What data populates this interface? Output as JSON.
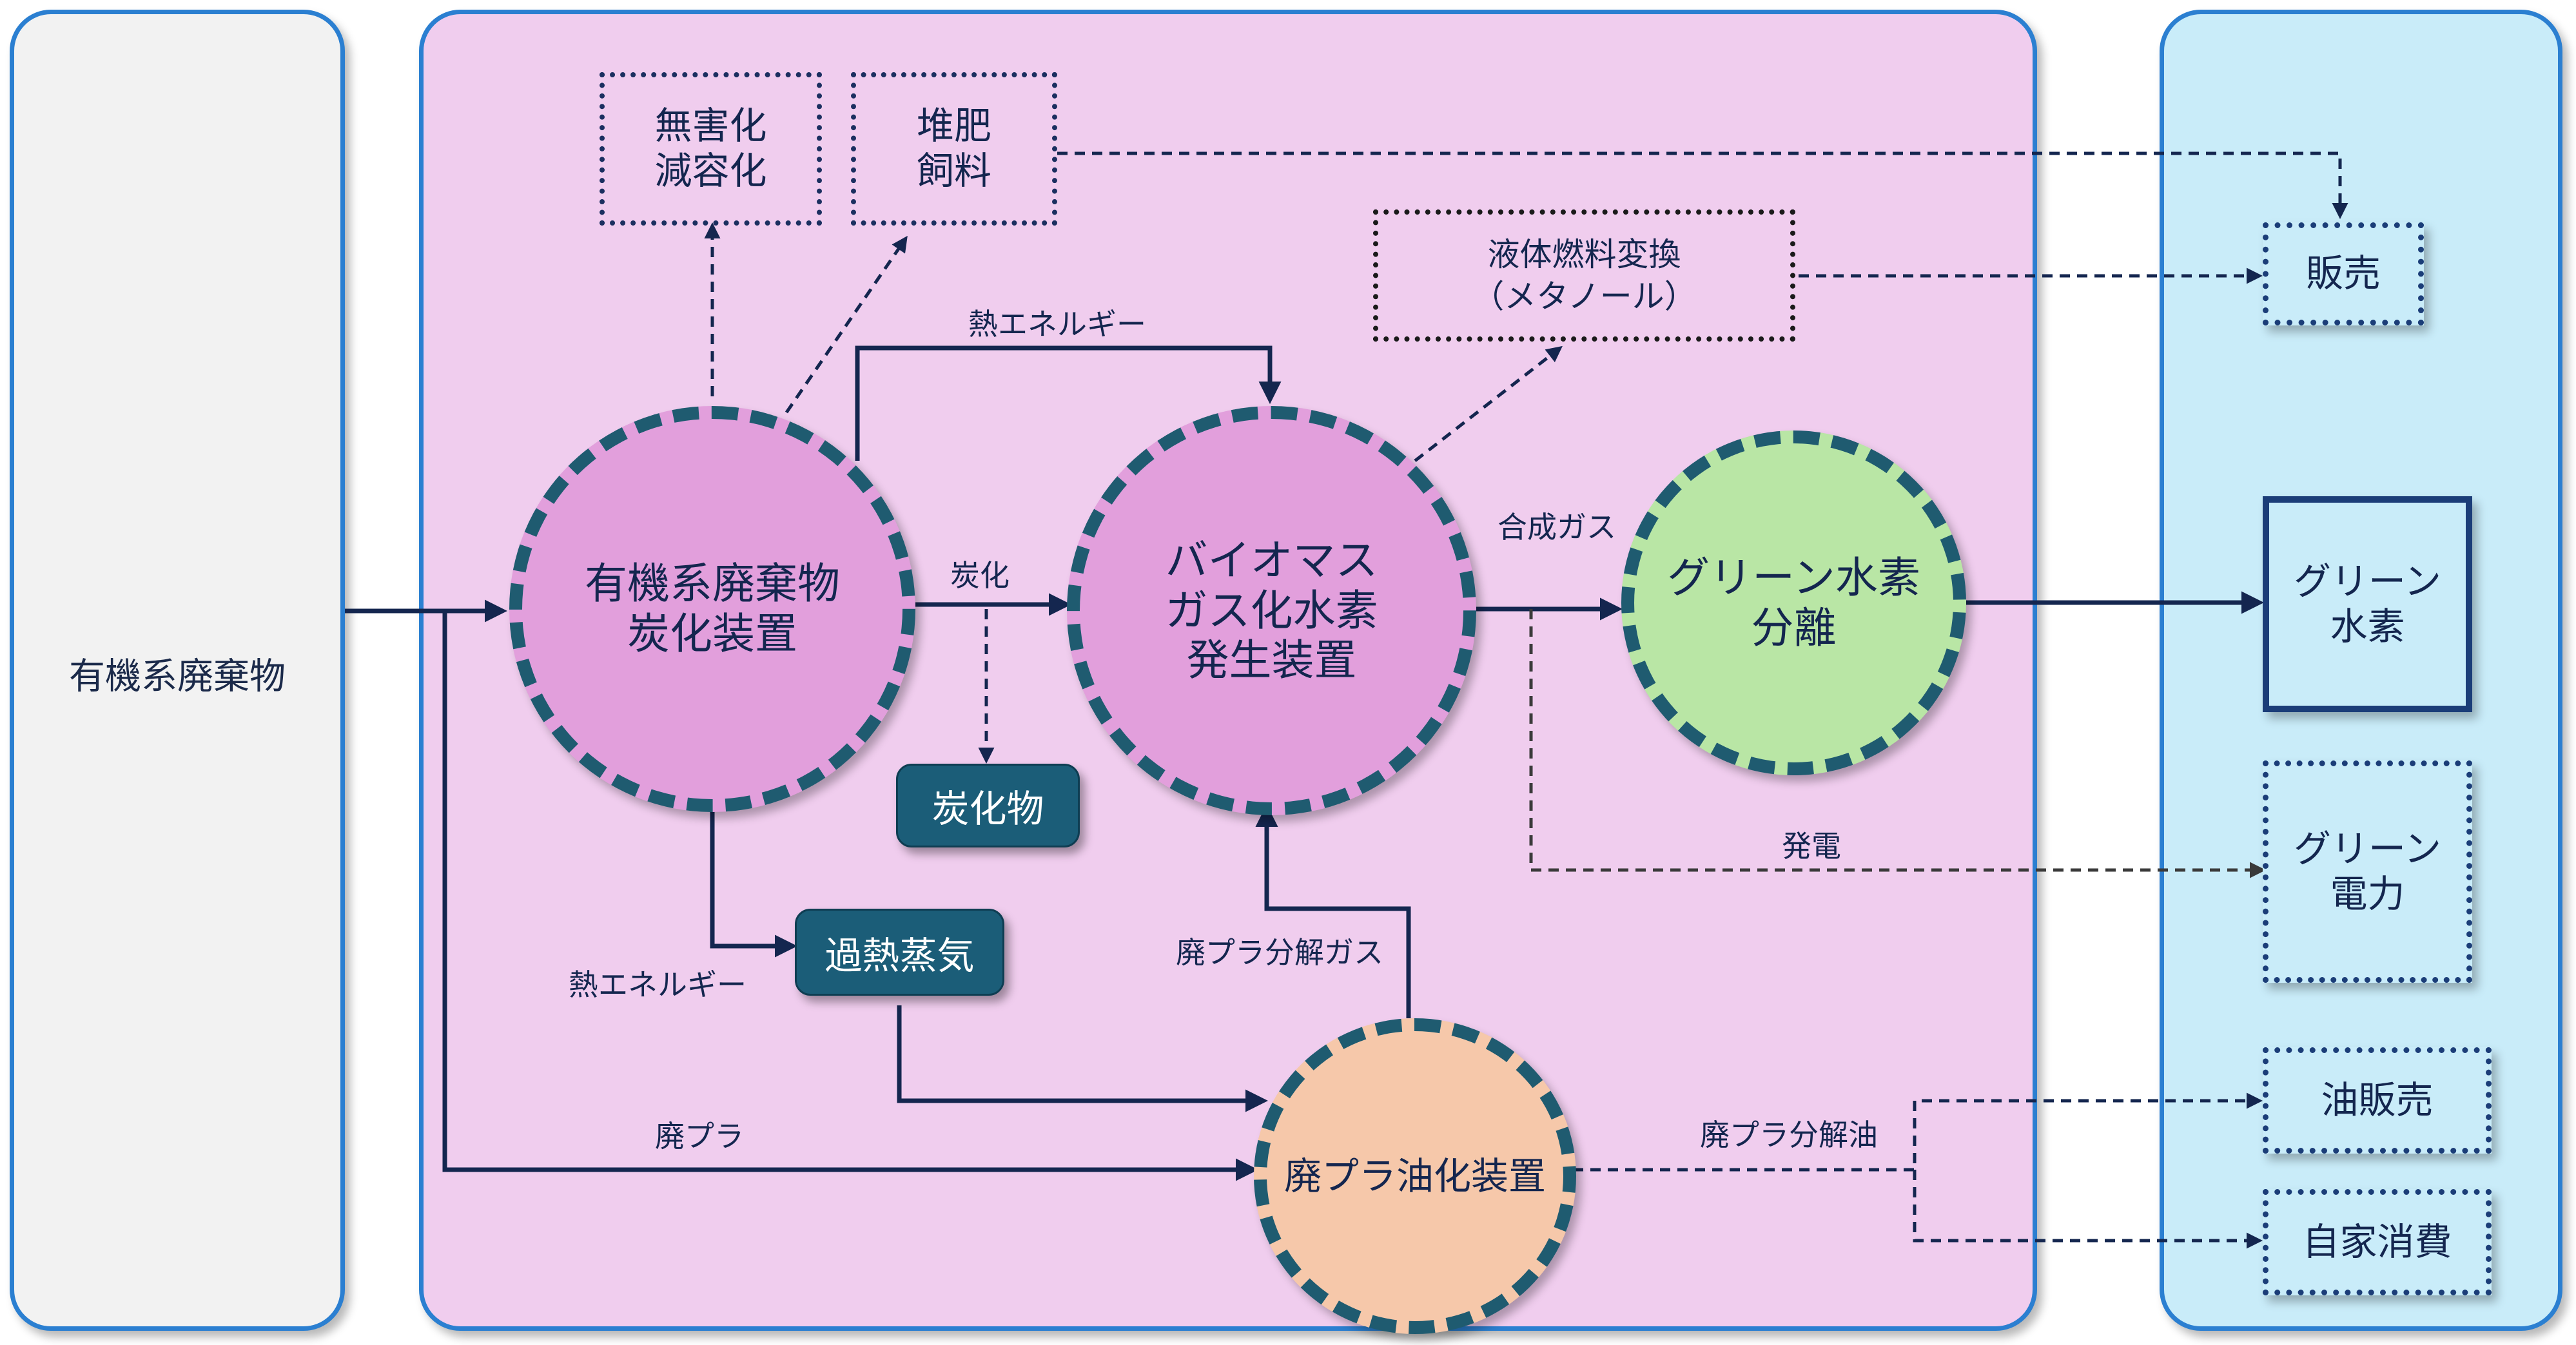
{
  "panels": {
    "left_title": "有機系廃棄物"
  },
  "nodes": {
    "carbonizer": "有機系廃棄物\n炭化装置",
    "biomass_gasifier": "バイオマス\nガス化水素\n発生装置",
    "green_h2_separation": "グリーン水素\n分離",
    "plastic_oil_unit": "廃プラ油化装置"
  },
  "boxes": {
    "detox": "無害化\n減容化",
    "compost": "堆肥\n飼料",
    "liquid_fuel": "液体燃料変換\n（メタノール）",
    "char": "炭化物",
    "steam": "過熱蒸気"
  },
  "outputs": {
    "sales": "販売",
    "green_hydrogen": "グリーン\n水素",
    "green_power": "グリーン\n電力",
    "oil_sales": "油販売",
    "self_use": "自家消費"
  },
  "edge_labels": {
    "heat_top": "熱エネルギー",
    "carbonization": "炭化",
    "syngas": "合成ガス",
    "power": "発電",
    "heat_bottom": "熱エネルギー",
    "plastic_gas": "廃プラ分解ガス",
    "waste_plastic": "廃プラ",
    "plastic_oil": "廃プラ分解油"
  },
  "colors": {
    "panel_border": "#2b7fd1",
    "left_panel_fill": "#f2f2f2",
    "middle_panel_fill": "#f0cdee",
    "right_panel_fill": "#c9ecf9",
    "pink_node": "#e29fdc",
    "green_node": "#b9e6a5",
    "peach_node": "#f6c8aa",
    "dashed_ring": "#1f5b70",
    "teal_box": "#1b5d78",
    "arrow": "#14264f"
  }
}
